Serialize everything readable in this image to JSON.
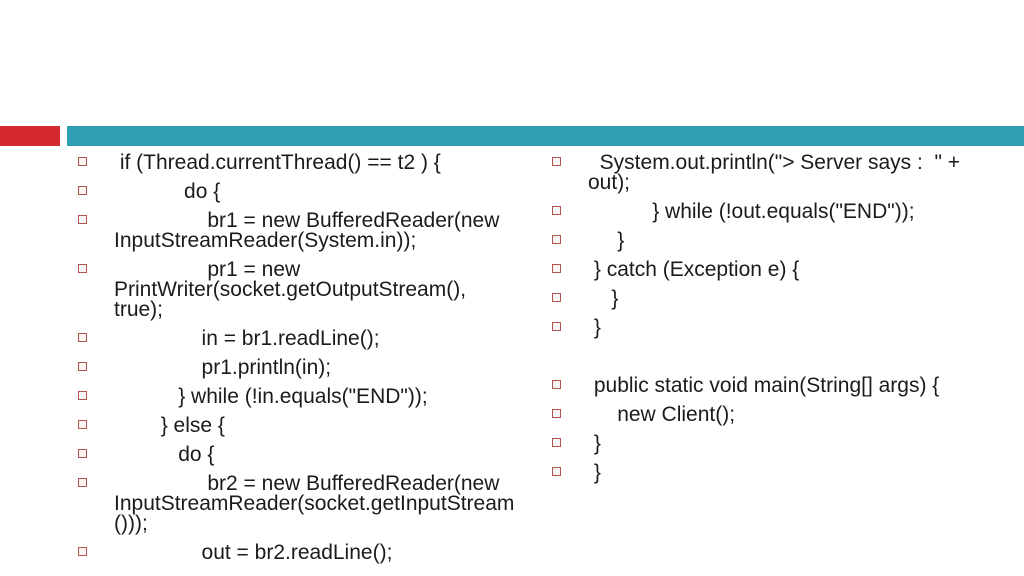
{
  "theme": {
    "background": "#ffffff",
    "red_accent": "#d4292f",
    "teal_accent": "#2f9fb4",
    "bullet_border": "#b0554e",
    "text_color": "#1b1b1b"
  },
  "columns": {
    "left": {
      "items": [
        " if (Thread.currentThread() == t2 ) {",
        "            do {",
        "                br1 = new BufferedReader(new InputStreamReader(System.in));",
        "                pr1 = new PrintWriter(socket.getOutputStream(), true);",
        "               in = br1.readLine();",
        "               pr1.println(in);",
        "           } while (!in.equals(\"END\"));",
        "        } else {",
        "           do {",
        "                br2 = new BufferedReader(new InputStreamReader(socket.getInputStream()));",
        "               out = br2.readLine();"
      ]
    },
    "right": {
      "items": [
        "  System.out.println(\"> Server says :  \" + out);",
        "           } while (!out.equals(\"END\"));",
        "     }",
        " } catch (Exception e) {",
        "    }",
        " }",
        "",
        " public static void main(String[] args) {",
        "     new Client();",
        " }",
        " }"
      ]
    }
  }
}
